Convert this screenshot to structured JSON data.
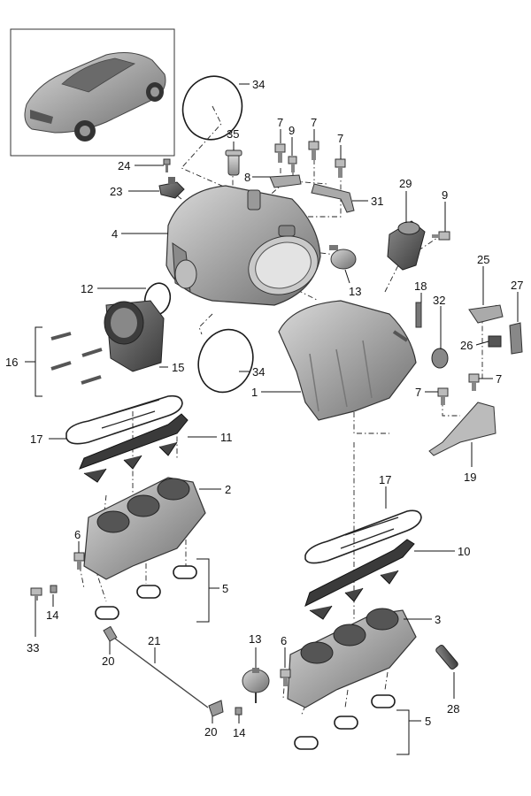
{
  "diagram": {
    "labels": [
      {
        "id": "l34a",
        "text": "34"
      },
      {
        "id": "l35",
        "text": "35"
      },
      {
        "id": "l7a",
        "text": "7"
      },
      {
        "id": "l9a",
        "text": "9"
      },
      {
        "id": "l7b",
        "text": "7"
      },
      {
        "id": "l7c",
        "text": "7"
      },
      {
        "id": "l24",
        "text": "24"
      },
      {
        "id": "l8",
        "text": "8"
      },
      {
        "id": "l23",
        "text": "23"
      },
      {
        "id": "l31",
        "text": "31"
      },
      {
        "id": "l29",
        "text": "29"
      },
      {
        "id": "l9b",
        "text": "9"
      },
      {
        "id": "l4",
        "text": "4"
      },
      {
        "id": "l25",
        "text": "25"
      },
      {
        "id": "l27",
        "text": "27"
      },
      {
        "id": "l13a",
        "text": "13"
      },
      {
        "id": "l12",
        "text": "12"
      },
      {
        "id": "l18",
        "text": "18"
      },
      {
        "id": "l32",
        "text": "32"
      },
      {
        "id": "l26",
        "text": "26"
      },
      {
        "id": "l16",
        "text": "16"
      },
      {
        "id": "l15",
        "text": "15"
      },
      {
        "id": "l34b",
        "text": "34"
      },
      {
        "id": "l7d",
        "text": "7"
      },
      {
        "id": "l7e",
        "text": "7"
      },
      {
        "id": "l1",
        "text": "1"
      },
      {
        "id": "l17a",
        "text": "17"
      },
      {
        "id": "l11",
        "text": "11"
      },
      {
        "id": "l19",
        "text": "19"
      },
      {
        "id": "l2",
        "text": "2"
      },
      {
        "id": "l17b",
        "text": "17"
      },
      {
        "id": "l6a",
        "text": "6"
      },
      {
        "id": "l10",
        "text": "10"
      },
      {
        "id": "l5a",
        "text": "5"
      },
      {
        "id": "l14a",
        "text": "14"
      },
      {
        "id": "l3",
        "text": "3"
      },
      {
        "id": "l33",
        "text": "33"
      },
      {
        "id": "l21",
        "text": "21"
      },
      {
        "id": "l20a",
        "text": "20"
      },
      {
        "id": "l13b",
        "text": "13"
      },
      {
        "id": "l6b",
        "text": "6"
      },
      {
        "id": "l28",
        "text": "28"
      },
      {
        "id": "l5b",
        "text": "5"
      },
      {
        "id": "l20b",
        "text": "20"
      },
      {
        "id": "l14b",
        "text": "14"
      }
    ]
  }
}
